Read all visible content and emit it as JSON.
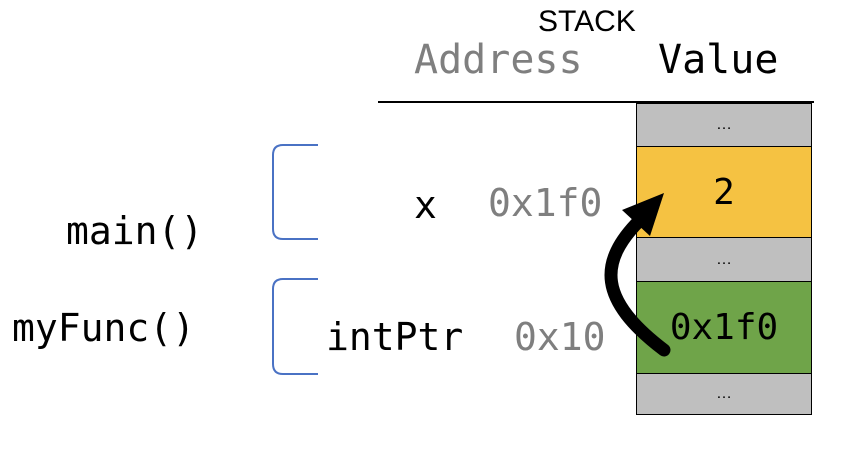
{
  "header": {
    "title": "STACK",
    "address_column": "Address",
    "value_column": "Value"
  },
  "frames": [
    {
      "name": "main()"
    },
    {
      "name": "myFunc()"
    }
  ],
  "variables": [
    {
      "name": "x",
      "address": "0x1f0"
    },
    {
      "name": "intPtr",
      "address": "0x10"
    }
  ],
  "stack_cells": [
    {
      "value": "…",
      "color": "#bfbfbf"
    },
    {
      "value": "2",
      "color": "#f5c242"
    },
    {
      "value": "…",
      "color": "#bfbfbf"
    },
    {
      "value": "0x1f0",
      "color": "#6fa449"
    },
    {
      "value": "…",
      "color": "#bfbfbf"
    }
  ],
  "colors": {
    "bracket": "#4a72c4",
    "address_text": "#7f7f7f",
    "arrow": "#000000"
  }
}
